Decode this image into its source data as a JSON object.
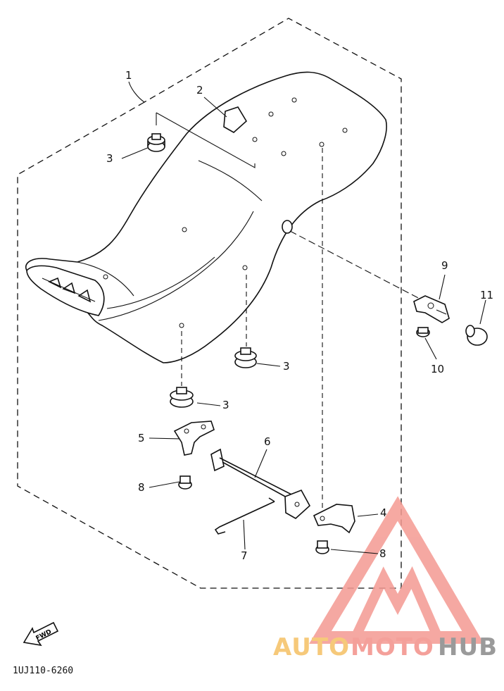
{
  "callouts": {
    "c1": "1",
    "c2": "2",
    "c3a": "3",
    "c3b": "3",
    "c3c": "3",
    "c4": "4",
    "c5": "5",
    "c6": "6",
    "c7": "7",
    "c8a": "8",
    "c8b": "8",
    "c9": "9",
    "c10": "10",
    "c11": "11"
  },
  "fwd_label": "FWD",
  "diagram_code": "1UJ110-6260",
  "watermark": {
    "auto": "AUTO",
    "moto": "MOTO",
    "hub": "HUB",
    "color_auto": "#f6c97a",
    "color_moto": "#f4a09a",
    "color_hub": "#9a9a9a",
    "color_logo": "#f49a92"
  }
}
